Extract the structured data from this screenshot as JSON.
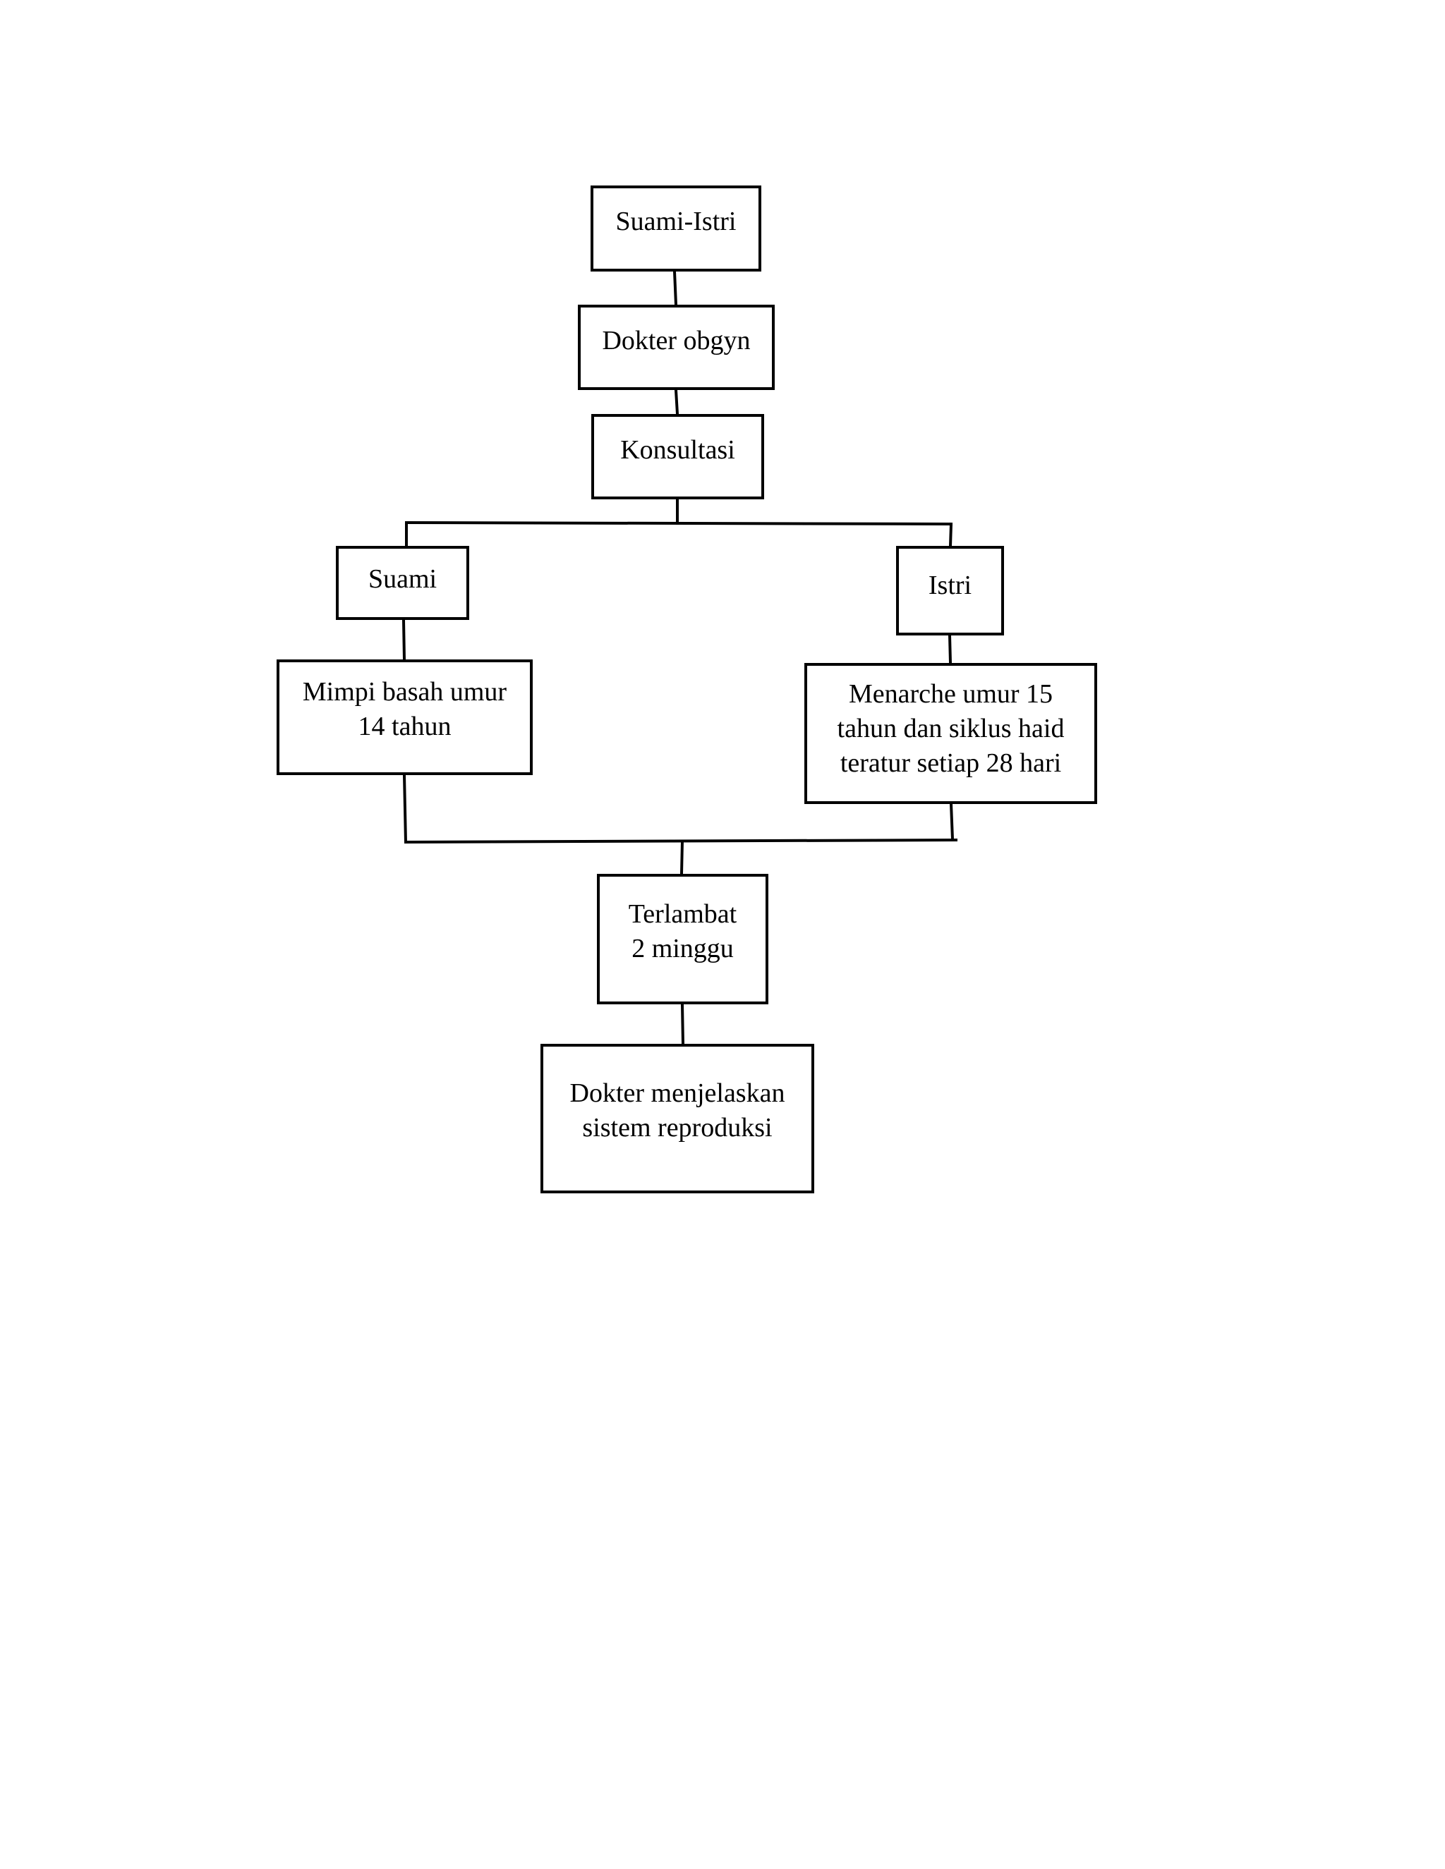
{
  "nodes": {
    "suami_istri": "Suami-Istri",
    "dokter_obgyn": "Dokter obgyn",
    "konsultasi": "Konsultasi",
    "suami": "Suami",
    "istri": "Istri",
    "mimpi_basah": "Mimpi basah umur\n14 tahun",
    "menarche": "Menarche umur 15\ntahun dan siklus haid\nteratur setiap 28 hari",
    "terlambat": "Terlambat\n2 minggu",
    "dokter_menjelaskan": "Dokter menjelaskan\nsistem reproduksi"
  },
  "edges": [
    {
      "from": "suami_istri",
      "to": "dokter_obgyn"
    },
    {
      "from": "dokter_obgyn",
      "to": "konsultasi"
    },
    {
      "from": "konsultasi",
      "to": "suami"
    },
    {
      "from": "konsultasi",
      "to": "istri"
    },
    {
      "from": "suami",
      "to": "mimpi_basah"
    },
    {
      "from": "istri",
      "to": "menarche"
    },
    {
      "from": "mimpi_basah",
      "to": "terlambat"
    },
    {
      "from": "menarche",
      "to": "terlambat"
    },
    {
      "from": "terlambat",
      "to": "dokter_menjelaskan"
    }
  ],
  "colors": {
    "line": "#000000",
    "background": "#ffffff"
  }
}
